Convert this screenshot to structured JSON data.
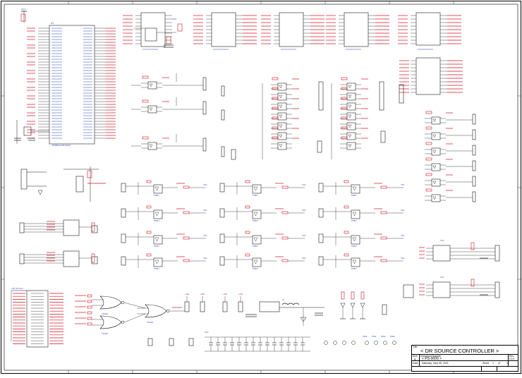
{
  "title_block": {
    "title_label": "Title",
    "title": "< DR SOURCE CONTROLLER >",
    "size_label": "Size",
    "size_value": "B",
    "doc_label": "Document Number",
    "doc_number": "< PS-0009 >",
    "rev_label": "Rev",
    "rev_value": "V1.0",
    "date_label": "Date:",
    "date_value": "Saturday, June 05, 2021",
    "sheet_label": "Sheet",
    "sheet_value": "1",
    "of_label": "of",
    "of_value": "1"
  },
  "labels": {
    "vcc": "VCC",
    "mcu_ref": "U1",
    "mcu_part": "ATMEGA128-16AU",
    "pc817": "PC817",
    "nor_gate": "74LS02",
    "l1": "L1",
    "jp_hole": "HOLE",
    "power_label": "+5V VP-AC+"
  },
  "colors": {
    "wire": "#1a1a1a",
    "net": "#d01020",
    "part": "#2040c0",
    "frame": "#000000"
  }
}
